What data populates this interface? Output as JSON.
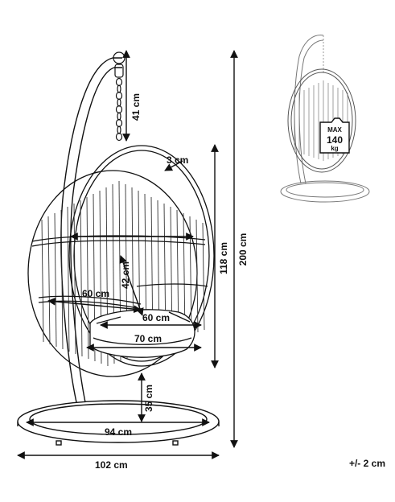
{
  "dimensions": {
    "chain_height": "41 cm",
    "frame_thickness": "3 cm",
    "seat_width_inner": "60 cm",
    "seat_depth": "42 cm",
    "cushion_width": "60 cm",
    "cushion_outer_width": "70 cm",
    "egg_height": "118 cm",
    "total_height": "200 cm",
    "floor_clearance": "35 cm",
    "base_diameter": "94 cm",
    "overall_width": "102 cm"
  },
  "max_load": {
    "label": "MAX",
    "value": "140",
    "unit": "kg"
  },
  "tolerance": "+/- 2 cm",
  "colors": {
    "line": "#111111",
    "light_line": "#777777",
    "badge_fill": "#ffffff"
  }
}
